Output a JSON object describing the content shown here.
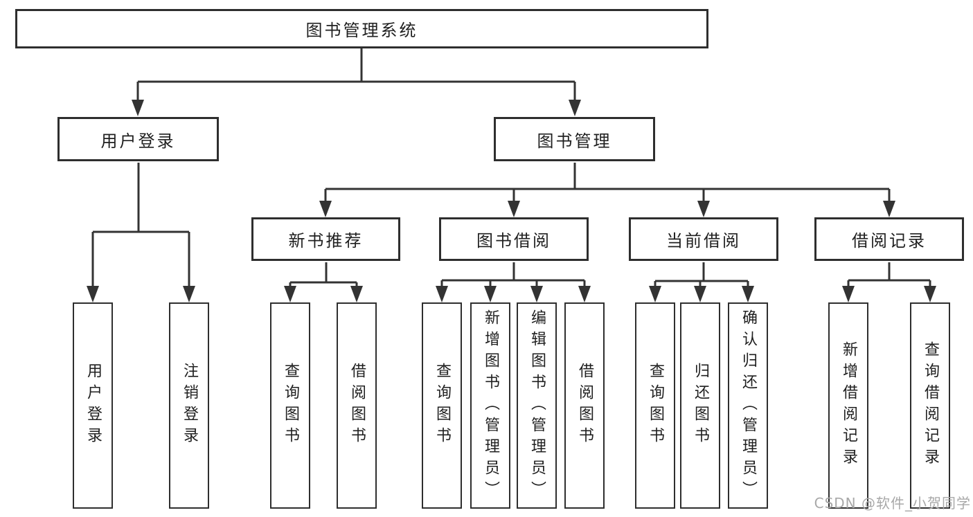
{
  "colors": {
    "line": "#333333",
    "box_border": "#2e2e2e",
    "text": "#1f1f1f",
    "watermark_text": "#a8a8a8",
    "background": "#ffffff"
  },
  "tree": {
    "label": "图书管理系统",
    "children": [
      {
        "label": "用户登录",
        "children": [
          {
            "label": "用户登录"
          },
          {
            "label": "注销登录"
          }
        ]
      },
      {
        "label": "图书管理",
        "children": [
          {
            "label": "新书推荐",
            "children": [
              {
                "label": "查询图书"
              },
              {
                "label": "借阅图书"
              }
            ]
          },
          {
            "label": "图书借阅",
            "children": [
              {
                "label": "查询图书"
              },
              {
                "label": "新增图书（管理员）"
              },
              {
                "label": "编辑图书（管理员）"
              },
              {
                "label": "借阅图书"
              }
            ]
          },
          {
            "label": "当前借阅",
            "children": [
              {
                "label": "查询图书"
              },
              {
                "label": "归还图书"
              },
              {
                "label": "确认归还（管理员）"
              }
            ]
          },
          {
            "label": "借阅记录",
            "children": [
              {
                "label": "新增借阅记录"
              },
              {
                "label": "查询借阅记录"
              }
            ]
          }
        ]
      }
    ]
  },
  "watermark": {
    "text": "CSDN @软件_小贺同学"
  }
}
